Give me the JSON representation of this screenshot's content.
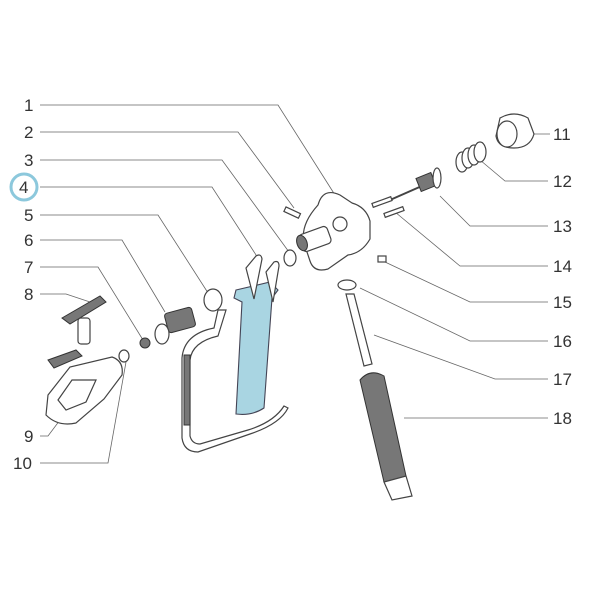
{
  "diagram": {
    "highlight_color": "#8cc8dc",
    "highlighted_callout": "4",
    "callouts_left": [
      {
        "number": "1"
      },
      {
        "number": "2"
      },
      {
        "number": "3"
      },
      {
        "number": "4"
      },
      {
        "number": "5"
      },
      {
        "number": "6"
      },
      {
        "number": "7"
      },
      {
        "number": "8"
      },
      {
        "number": "9"
      },
      {
        "number": "10"
      }
    ],
    "callouts_right": [
      {
        "number": "11"
      },
      {
        "number": "12"
      },
      {
        "number": "13"
      },
      {
        "number": "14"
      },
      {
        "number": "15"
      },
      {
        "number": "16"
      },
      {
        "number": "17"
      },
      {
        "number": "18"
      }
    ]
  }
}
